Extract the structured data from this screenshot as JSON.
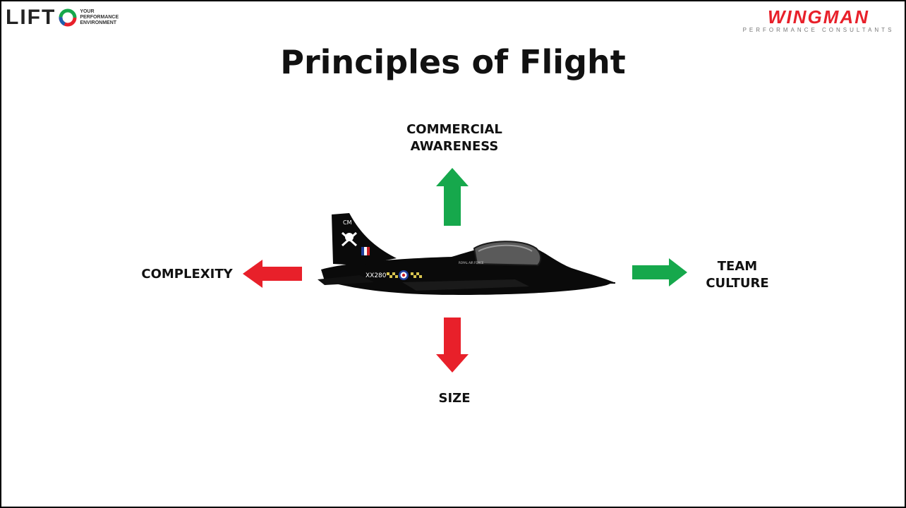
{
  "slide": {
    "title": "Principles of Flight"
  },
  "logos": {
    "lift": {
      "word": "LIFT",
      "tagline": [
        "YOUR",
        "PERFORMANCE",
        "ENVIRONMENT"
      ]
    },
    "wingman": {
      "word": "WINGMAN",
      "tagline": "PERFORMANCE CONSULTANTS"
    }
  },
  "diagram": {
    "up": {
      "lines": [
        "COMMERCIAL",
        "AWARENESS"
      ],
      "color": "#16a84c"
    },
    "right": {
      "lines": [
        "TEAM",
        "CULTURE"
      ],
      "color": "#16a84c"
    },
    "left": {
      "lines": [
        "COMPLEXITY"
      ],
      "color": "#e8202a"
    },
    "down": {
      "lines": [
        "SIZE"
      ],
      "color": "#e8202a"
    }
  },
  "aircraft": {
    "tail_code": "CM",
    "serial": "XX280",
    "roundel_text": "ROYAL AIR FORCE"
  }
}
